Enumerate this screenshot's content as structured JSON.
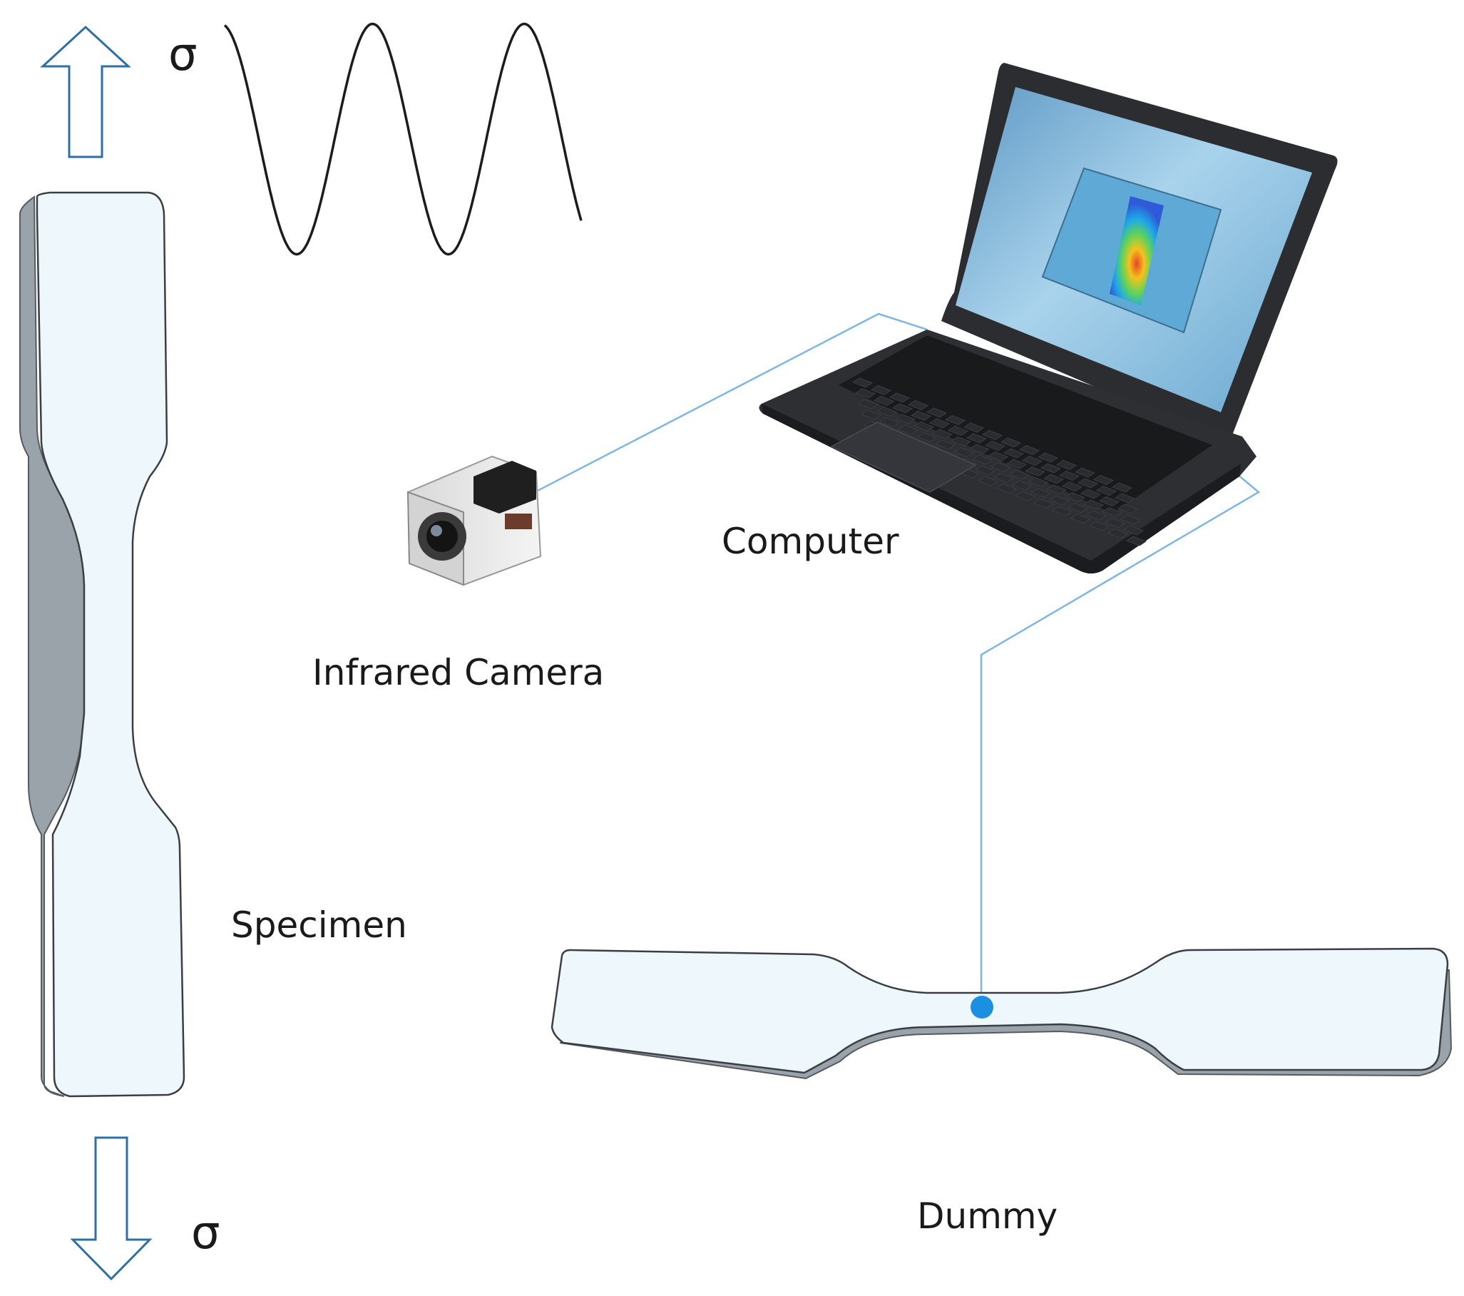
{
  "labels": {
    "sigma_top": "σ",
    "sigma_bottom": "σ",
    "specimen": "Specimen",
    "infrared_camera": "Infrared Camera",
    "computer": "Computer",
    "dummy": "Dummy"
  },
  "colors": {
    "arrow_stroke": "#2e6fa7",
    "cable": "#7fb6e4",
    "specimen_face": "#eef8fc",
    "specimen_edge": "#9aa3aa",
    "dot": "#1d8fe0",
    "laptop_body": "#2b2d31",
    "screen_bg": "#8dbfdc"
  },
  "icons": {
    "arrow_up": "up-arrow-icon",
    "arrow_down": "down-arrow-icon",
    "sine_wave": "sine-wave-icon",
    "camera": "infrared-camera-icon",
    "laptop": "laptop-icon",
    "measurement_point": "measurement-dot-icon"
  }
}
